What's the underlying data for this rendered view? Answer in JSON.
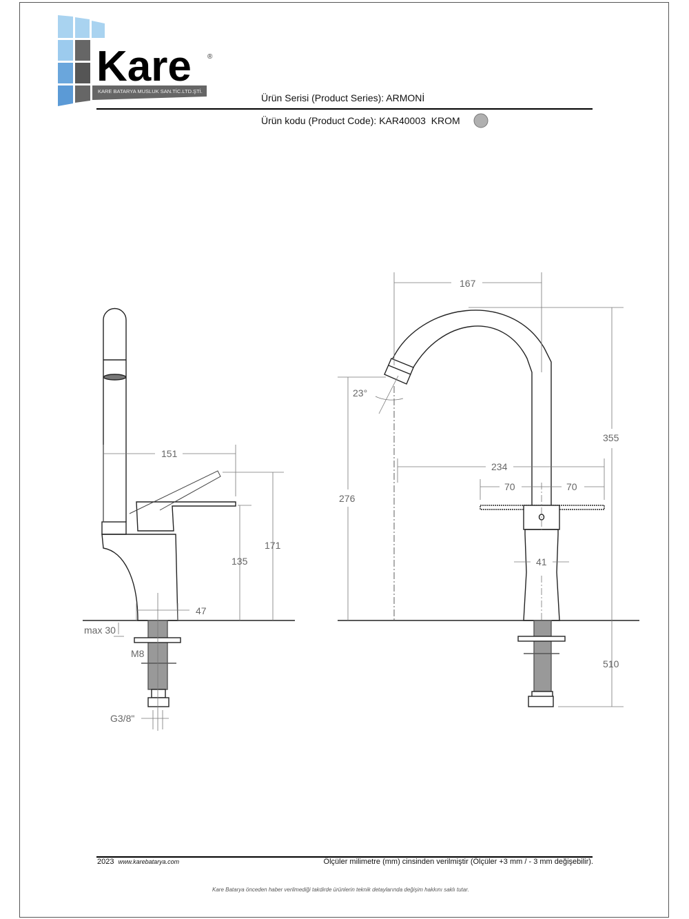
{
  "logo": {
    "brand": "Kare",
    "registered": "®",
    "tagline": "KARE BATARYA MUSLUK SAN.TİC.LTD.ŞTİ."
  },
  "header": {
    "series_label": "Ürün Serisi (Product Series):",
    "series_value": "ARMONİ",
    "code_label": "Ürün kodu (Product Code):",
    "code_value": "KAR40003",
    "finish": "KROM",
    "finish_color": "#b0b0b0"
  },
  "side_view": {
    "dims": {
      "width": "151",
      "handle_h": "171",
      "spout_h": "135",
      "base": "47",
      "max": "max 30",
      "thread": "M8",
      "conn": "G3/8\""
    }
  },
  "front_view": {
    "dims": {
      "reach": "167",
      "height": "355",
      "angle": "23°",
      "outlet_h": "276",
      "span": "234",
      "left": "70",
      "right": "70",
      "base": "41",
      "hose": "510"
    }
  },
  "footer": {
    "year": "2023",
    "website": "www.karebatarya.com",
    "note": "Ölçüler milimetre (mm) cinsinden verilmiştir (Ölçüler  +3 mm / - 3 mm değişebilir).",
    "disclaimer": "Kare Batarya önceden haber verilmediği takdirde ürünlerin teknik detaylarında değişim hakkını saklı tutar."
  }
}
